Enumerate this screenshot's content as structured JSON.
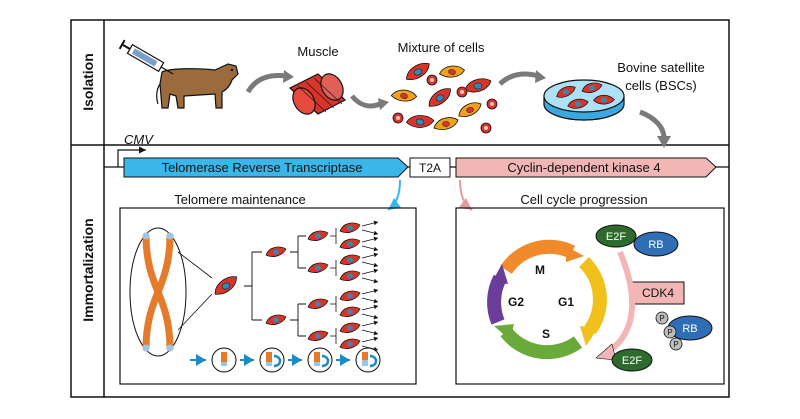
{
  "sections": {
    "isolation": "Isolation",
    "immortalization": "Immortalization"
  },
  "isolation": {
    "muscle": "Muscle",
    "mixture": "Mixture of cells",
    "bsc_line1": "Bovine satellite",
    "bsc_line2": "cells (BSCs)"
  },
  "construct": {
    "promoter": "CMV",
    "tert": "Telomerase Reverse Transcriptase",
    "t2a": "T2A",
    "cdk4": "Cyclin-dependent kinase 4"
  },
  "telomere": {
    "title": "Telomere maintenance"
  },
  "cellcycle": {
    "title": "Cell cycle progression",
    "phase_m": "M",
    "phase_g1": "G1",
    "phase_s": "S",
    "phase_g2": "G2",
    "e2f_top": "E2F",
    "rb_top": "RB",
    "cdk4": "CDK4",
    "rb_bottom": "RB",
    "e2f_bottom": "E2F",
    "p1": "P",
    "p2": "P",
    "p3": "P"
  },
  "colors": {
    "tert_blue": "#3bb6e8",
    "cdk4_pink": "#f2b6b4",
    "muscle_red": "#d9342b",
    "cow_brown": "#9b6b3e",
    "phase_m": "#f08a2a",
    "phase_g1": "#f2c01a",
    "phase_s": "#6aaa3a",
    "phase_g2": "#6a3d9a",
    "e2f_green": "#2d6b2d",
    "rb_blue": "#2f6db5",
    "arrow_gray": "#7a7a7a",
    "chromosome_orange": "#e57a2b"
  }
}
